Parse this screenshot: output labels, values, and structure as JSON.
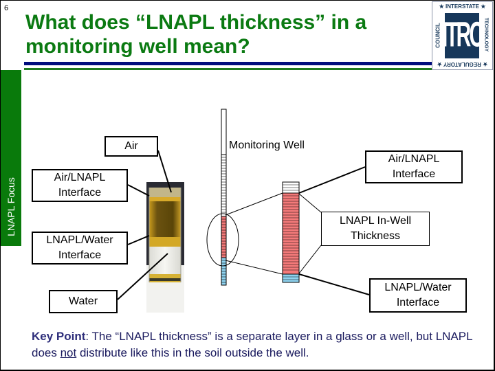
{
  "slide": {
    "number": "6",
    "title": "What does “LNAPL thickness” in a monitoring well mean?",
    "sidebar_label": "LNAPL Focus"
  },
  "logo": {
    "mark": "ITRC",
    "top": "★ INTERSTATE ★",
    "left": "COUNCIL",
    "right": "TECHNOLOGY",
    "bottom": "★ REGULATORY ★"
  },
  "glass_labels": {
    "air": "Air",
    "air_lnapl": "Air/LNAPL Interface",
    "lnapl_water": "LNAPL/Water Interface",
    "water": "Water"
  },
  "well_labels": {
    "monitoring_well": "Monitoring Well",
    "air_lnapl": "Air/LNAPL Interface",
    "thickness": "LNAPL In-Well Thickness",
    "lnapl_water": "LNAPL/Water Interface"
  },
  "key_point": {
    "label": "Key Point",
    "text_1": ": The “LNAPL thickness” is a separate layer in a glass or a well, but LNAPL does ",
    "emphasis": "not",
    "text_2": " distribute like this in the soil outside the well."
  },
  "colors": {
    "title_green": "#0b7a12",
    "sidebar_green": "#097a0b",
    "rule_blue": "#000c7d",
    "lnapl_red": "#f47a7a",
    "water_blue": "#8fd3f0",
    "text_navy": "#1a1a5e"
  }
}
